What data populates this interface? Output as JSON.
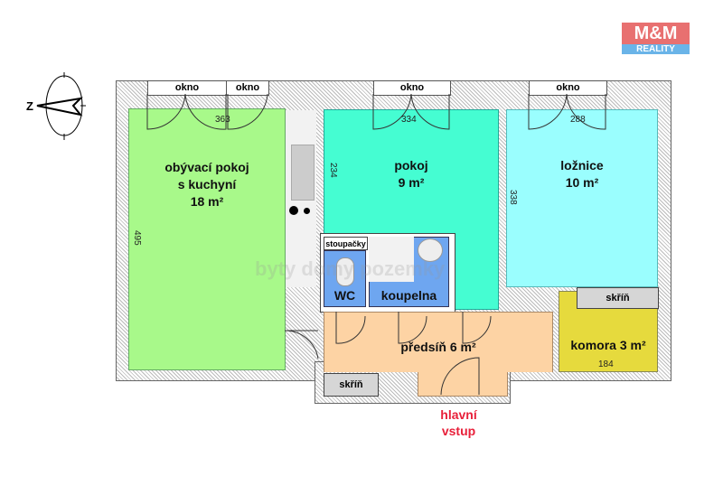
{
  "logo": {
    "text_top": "M&M",
    "text_bottom": "REALITY",
    "color_top": "#e85a5a",
    "color_bottom": "#5ab0e8"
  },
  "compass": {
    "label": "Z"
  },
  "windows": [
    "okno",
    "okno",
    "okno",
    "okno"
  ],
  "rooms": {
    "living": {
      "name_line1": "obývací pokoj",
      "name_line2": "s kuchyní",
      "area": "18 m²",
      "color": "#a8f98a"
    },
    "pokoj": {
      "name": "pokoj",
      "area": "9 m²",
      "color": "#45fdd2"
    },
    "loznice": {
      "name": "ložnice",
      "area": "10 m²",
      "color": "#9afefe"
    },
    "wc": {
      "name": "WC",
      "color": "#6ea6f0"
    },
    "koupelna": {
      "name": "koupelna",
      "color": "#6ea6f0"
    },
    "stoupacky": {
      "name": "stoupačky"
    },
    "predsin": {
      "name": "předsíň 6 m²",
      "color": "#fdd3a4"
    },
    "komora": {
      "name": "komora 3 m²",
      "color": "#e6da3d"
    },
    "skrin": "skříň"
  },
  "dimensions": {
    "living_width": "363",
    "pokoj_width": "334",
    "loznice_width": "288",
    "kitchen": "234",
    "loznice_depth": "338",
    "living_depth": "495",
    "komora_width": "184"
  },
  "entrance": {
    "line1": "hlavní",
    "line2": "vstup",
    "color": "#e8203a"
  },
  "watermark": "byty domy pozemky"
}
